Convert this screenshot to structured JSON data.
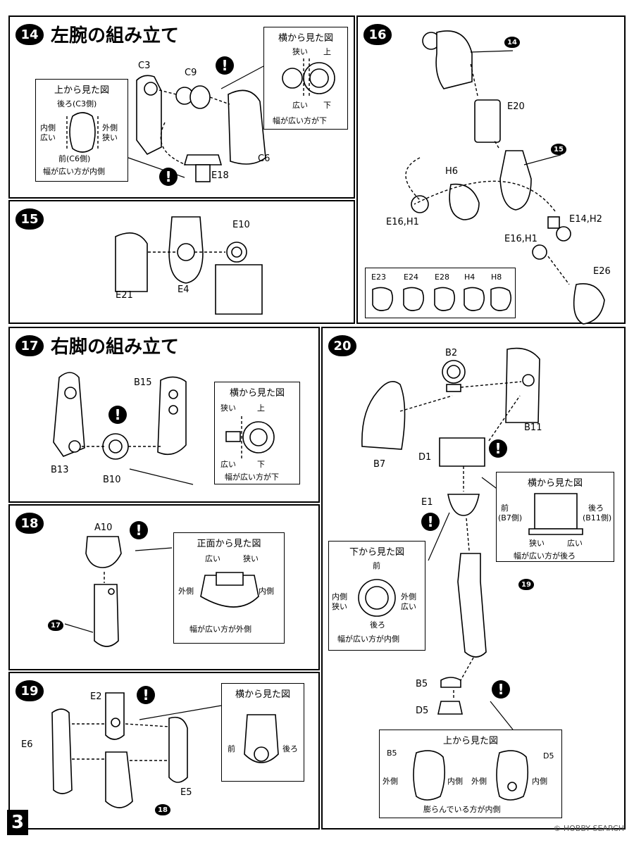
{
  "page_number": "3",
  "credit": "© HOBBY SEARCH",
  "step14": {
    "num": "14",
    "title": "左腕の組み立て",
    "parts": [
      "C3",
      "C9",
      "C6",
      "E18"
    ],
    "top_view": {
      "title": "上から見た図",
      "back": "後ろ(C3側)",
      "inner": "内側",
      "wide": "広い",
      "outer": "外側",
      "narrow": "狭い",
      "front": "前(C6側)",
      "rule": "幅が広い方が内側"
    },
    "side_view": {
      "title": "横から見た図",
      "narrow": "狭い",
      "up": "上",
      "wide": "広い",
      "down": "下",
      "rule": "幅が広い方が下"
    }
  },
  "step15": {
    "num": "15",
    "parts": [
      "E21",
      "E4",
      "E10"
    ]
  },
  "step16": {
    "num": "16",
    "ref_a": "14",
    "ref_b": "15",
    "parts": [
      "E20",
      "H6",
      "E16,H1",
      "E14,H2",
      "E16,H1",
      "E26"
    ],
    "hands": [
      "E23",
      "E24",
      "E28",
      "H4",
      "H8"
    ]
  },
  "step17": {
    "num": "17",
    "title": "右脚の組み立て",
    "parts": [
      "B15",
      "B13",
      "B10"
    ],
    "side_view": {
      "title": "横から見た図",
      "narrow": "狭い",
      "up": "上",
      "wide": "広い",
      "down": "下",
      "rule": "幅が広い方が下"
    }
  },
  "step18": {
    "num": "18",
    "part": "A10",
    "ref": "17",
    "front_view": {
      "title": "正面から見た図",
      "wide": "広い",
      "narrow": "狭い",
      "outer": "外側",
      "inner": "内側",
      "rule": "幅が広い方が外側"
    }
  },
  "step19": {
    "num": "19",
    "ref": "18",
    "parts": [
      "E2",
      "E6",
      "E5"
    ],
    "side_view": {
      "title": "横から見た図",
      "front": "前",
      "back": "後ろ"
    }
  },
  "step20": {
    "num": "20",
    "ref": "19",
    "parts": [
      "B2",
      "B11",
      "B7",
      "D1",
      "E1",
      "B5",
      "D5"
    ],
    "side_view": {
      "title": "横から見た図",
      "front": "前",
      "front_sub": "(B7側)",
      "back": "後ろ",
      "back_sub": "(B11側)",
      "narrow": "狭い",
      "wide": "広い",
      "rule": "幅が広い方が後ろ"
    },
    "bottom_view": {
      "title": "下から見た図",
      "front": "前",
      "inner": "内側",
      "narrow": "狭い",
      "outer": "外側",
      "wide": "広い",
      "back": "後ろ",
      "rule": "幅が広い方が内側"
    },
    "top_view": {
      "title": "上から見た図",
      "part_a": "B5",
      "part_b": "D5",
      "outer": "外側",
      "inner": "内側",
      "outer2": "外側",
      "inner2": "内側",
      "rule": "膨らんでいる方が内側"
    }
  }
}
